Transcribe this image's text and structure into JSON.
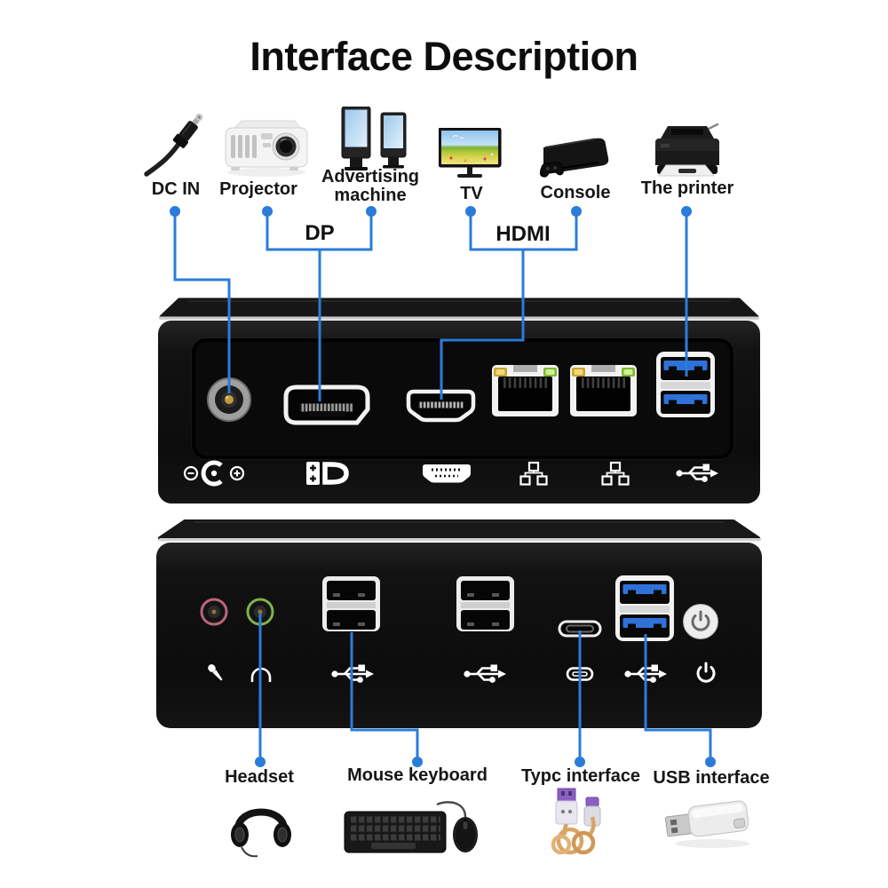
{
  "title": "Interface Description",
  "accent_color": "#2b7cd9",
  "top_devices": [
    {
      "name": "dc-in",
      "label": "DC IN"
    },
    {
      "name": "projector",
      "label": "Projector"
    },
    {
      "name": "advertising-machine",
      "label": "Advertising machine"
    },
    {
      "name": "tv",
      "label": "TV"
    },
    {
      "name": "console",
      "label": "Console"
    },
    {
      "name": "printer",
      "label": "The printer"
    }
  ],
  "port_groups": [
    {
      "name": "displayport",
      "label": "DP"
    },
    {
      "name": "hdmi",
      "label": "HDMI"
    }
  ],
  "bottom_devices": [
    {
      "name": "headset",
      "label": "Headset"
    },
    {
      "name": "mouse-keyboard",
      "label": "Mouse keyboard"
    },
    {
      "name": "typec",
      "label": "Typc interface"
    },
    {
      "name": "usb",
      "label": "USB interface"
    }
  ]
}
